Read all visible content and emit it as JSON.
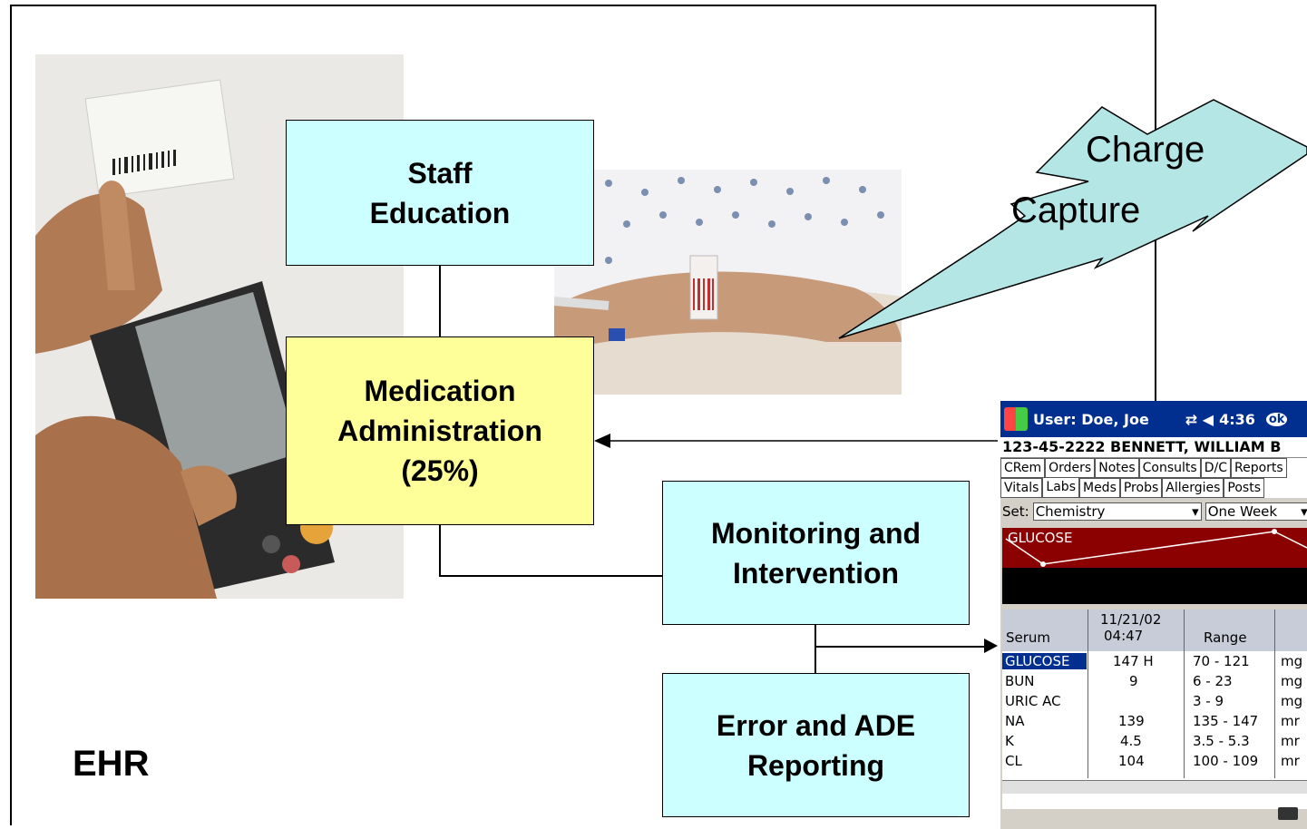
{
  "boxes": {
    "staff_education": "Staff\nEducation",
    "medication_administration": "Medication\nAdministration\n(25%)",
    "monitoring_intervention": "Monitoring and\nIntervention",
    "error_ade_reporting": "Error and ADE\nReporting"
  },
  "callout": {
    "line1": "Charge",
    "line2": "Capture"
  },
  "label_ehr": "EHR",
  "pda": {
    "title_user": "User: Doe, Joe",
    "time": "4:36",
    "ok": "ok",
    "patient": "123-45-2222  BENNETT, WILLIAM B",
    "tabs_row1": [
      "CRem",
      "Orders",
      "Notes",
      "Consults",
      "D/C",
      "Reports"
    ],
    "tabs_row2": [
      "Vitals",
      "Labs",
      "Meds",
      "Probs",
      "Allergies",
      "Posts"
    ],
    "set_label": "Set:",
    "set_value": "Chemistry",
    "period_value": "One Week",
    "graph_label": "GLUCOSE",
    "header_col1": "Serum",
    "header_date": "11/21/02",
    "header_time": "04:47",
    "header_range": "Range",
    "rows": [
      {
        "name": "GLUCOSE",
        "value": "147 H",
        "range": "70 - 121",
        "unit": "mg"
      },
      {
        "name": "BUN",
        "value": "9",
        "range": "6 - 23",
        "unit": "mg"
      },
      {
        "name": "URIC AC",
        "value": "",
        "range": "3 - 9",
        "unit": "mg"
      },
      {
        "name": "NA",
        "value": "139",
        "range": "135 - 147",
        "unit": "mr"
      },
      {
        "name": "K",
        "value": "4.5",
        "range": "3.5 - 5.3",
        "unit": "mr"
      },
      {
        "name": "CL",
        "value": "104",
        "range": "100 - 109",
        "unit": "mr"
      }
    ]
  },
  "colors": {
    "cyan": "#ccffff",
    "yellow": "#ffff99",
    "callout": "#b4e6e6",
    "pda_title": "#002f8f",
    "graph_band": "#8b0000"
  }
}
